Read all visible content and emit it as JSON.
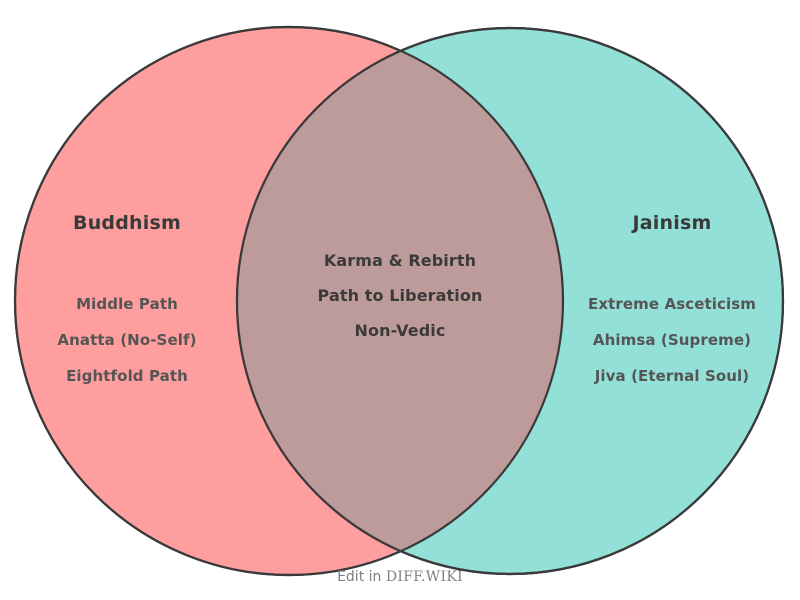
{
  "diagram": {
    "type": "venn",
    "sets": [
      {
        "id": "left",
        "title": "Buddhism",
        "fill": "#ff9e9e",
        "stroke": "#3a3a3a",
        "items": [
          "Middle Path",
          "Anatta (No-Self)",
          "Eightfold Path"
        ]
      },
      {
        "id": "right",
        "title": "Jainism",
        "fill": "#92e0d8",
        "stroke": "#3a3a3a",
        "items": [
          "Extreme Asceticism",
          "Ahimsa (Supreme)",
          "Jiva (Eternal Soul)"
        ]
      }
    ],
    "intersection": {
      "id": "center",
      "fill": "#be9b9b",
      "items": [
        "Karma & Rebirth",
        "Path to Liberation",
        "Non-Vedic"
      ]
    }
  },
  "colors": {
    "background": "#ffffff",
    "left_fill": "#ff9e9e",
    "right_fill": "#92e0d8",
    "overlap_fill": "#be9b9b",
    "outline": "#3a3a3a",
    "title_text": "#3a3a3a",
    "item_text": "#555555",
    "watermark_text": "#808080"
  },
  "footer": {
    "prefix": "Edit in ",
    "brand": "DIFF.WIKI"
  }
}
